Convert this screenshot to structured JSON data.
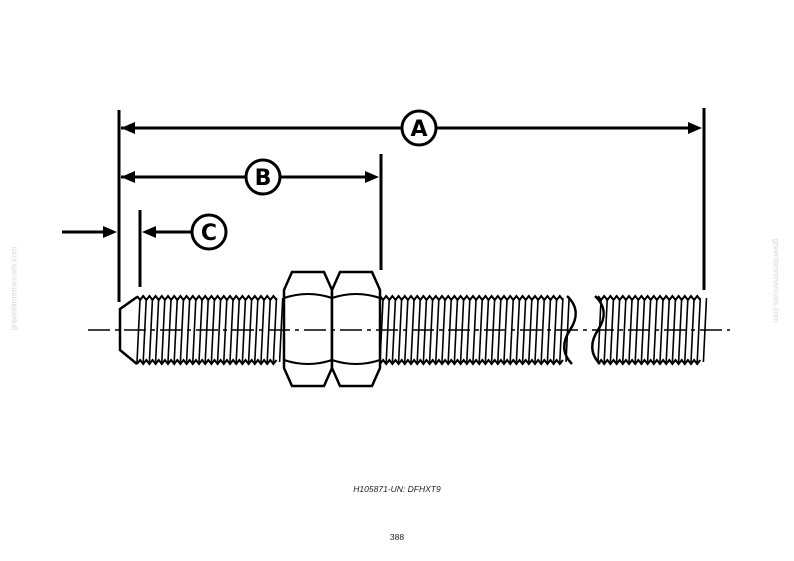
{
  "callouts": {
    "a": "A",
    "b": "B",
    "c": "C"
  },
  "figure_id": "H105871-UN: DFHXT9",
  "page_number": "388",
  "watermark": "greenfarmmanuals.com",
  "colors": {
    "line": "#000000",
    "background": "#ffffff",
    "watermark": "#d8d8d8"
  }
}
